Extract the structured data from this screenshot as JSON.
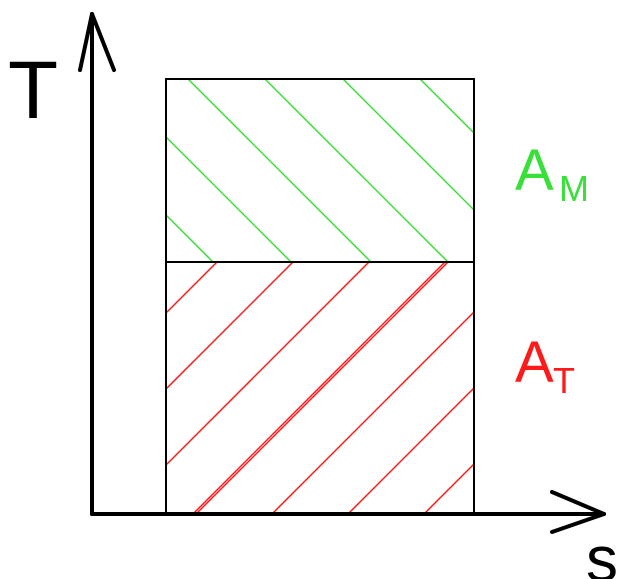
{
  "axes": {
    "y_label": "T",
    "x_label": "s"
  },
  "areas": [
    {
      "letter": "A",
      "subscript": "M",
      "color": "#3adf3a"
    },
    {
      "letter": "A",
      "subscript": "T",
      "color": "#ff1a1a"
    }
  ]
}
